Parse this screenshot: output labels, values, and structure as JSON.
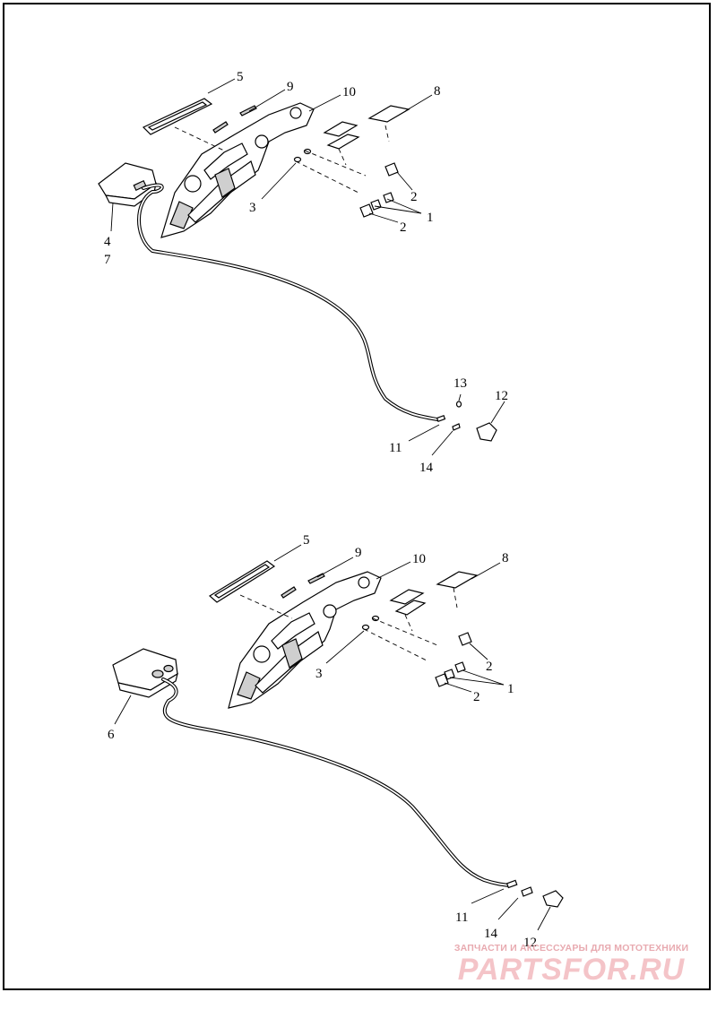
{
  "diagram": {
    "top_assembly": {
      "callouts": [
        "5",
        "9",
        "10",
        "8",
        "3",
        "2",
        "1",
        "2",
        "4",
        "7",
        "13",
        "12",
        "11",
        "14"
      ]
    },
    "bottom_assembly": {
      "callouts": [
        "5",
        "9",
        "10",
        "8",
        "3",
        "2",
        "1",
        "2",
        "6",
        "11",
        "14",
        "12"
      ]
    }
  },
  "watermark": {
    "tagline": "ЗАПЧАСТИ И АКСЕССУАРЫ ДЛЯ МОТОТЕХНИКИ",
    "logo": "PARTSFOR.RU"
  }
}
